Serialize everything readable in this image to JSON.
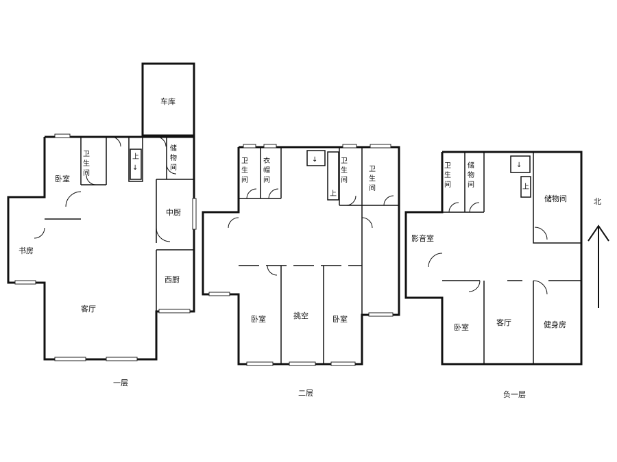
{
  "floor1": {
    "title": "一层",
    "rooms": {
      "garage": "车库",
      "bedroom": "卧室",
      "bathroom": "卫生间",
      "storage": "储物间",
      "chinese_kitchen": "中厨",
      "western_kitchen": "西厨",
      "study": "书房",
      "living_room": "客厅",
      "stair_up": "上"
    }
  },
  "floor2": {
    "title": "二层",
    "rooms": {
      "bathroom_a": "卫生间",
      "closet": "衣帽间",
      "bathroom_b": "卫生间",
      "bathroom_c": "卫生间",
      "bedroom_left": "卧室",
      "void": "挑空",
      "bedroom_right": "卧室",
      "stair_up": "上"
    }
  },
  "floor3": {
    "title": "负一层",
    "rooms": {
      "bathroom": "卫生间",
      "storage_small": "储物间",
      "storage_large": "储物间",
      "audio_room": "影音室",
      "bedroom": "卧室",
      "living_room": "客厅",
      "gym": "健身房",
      "stair_up": "上"
    }
  },
  "compass": {
    "label": "北"
  }
}
